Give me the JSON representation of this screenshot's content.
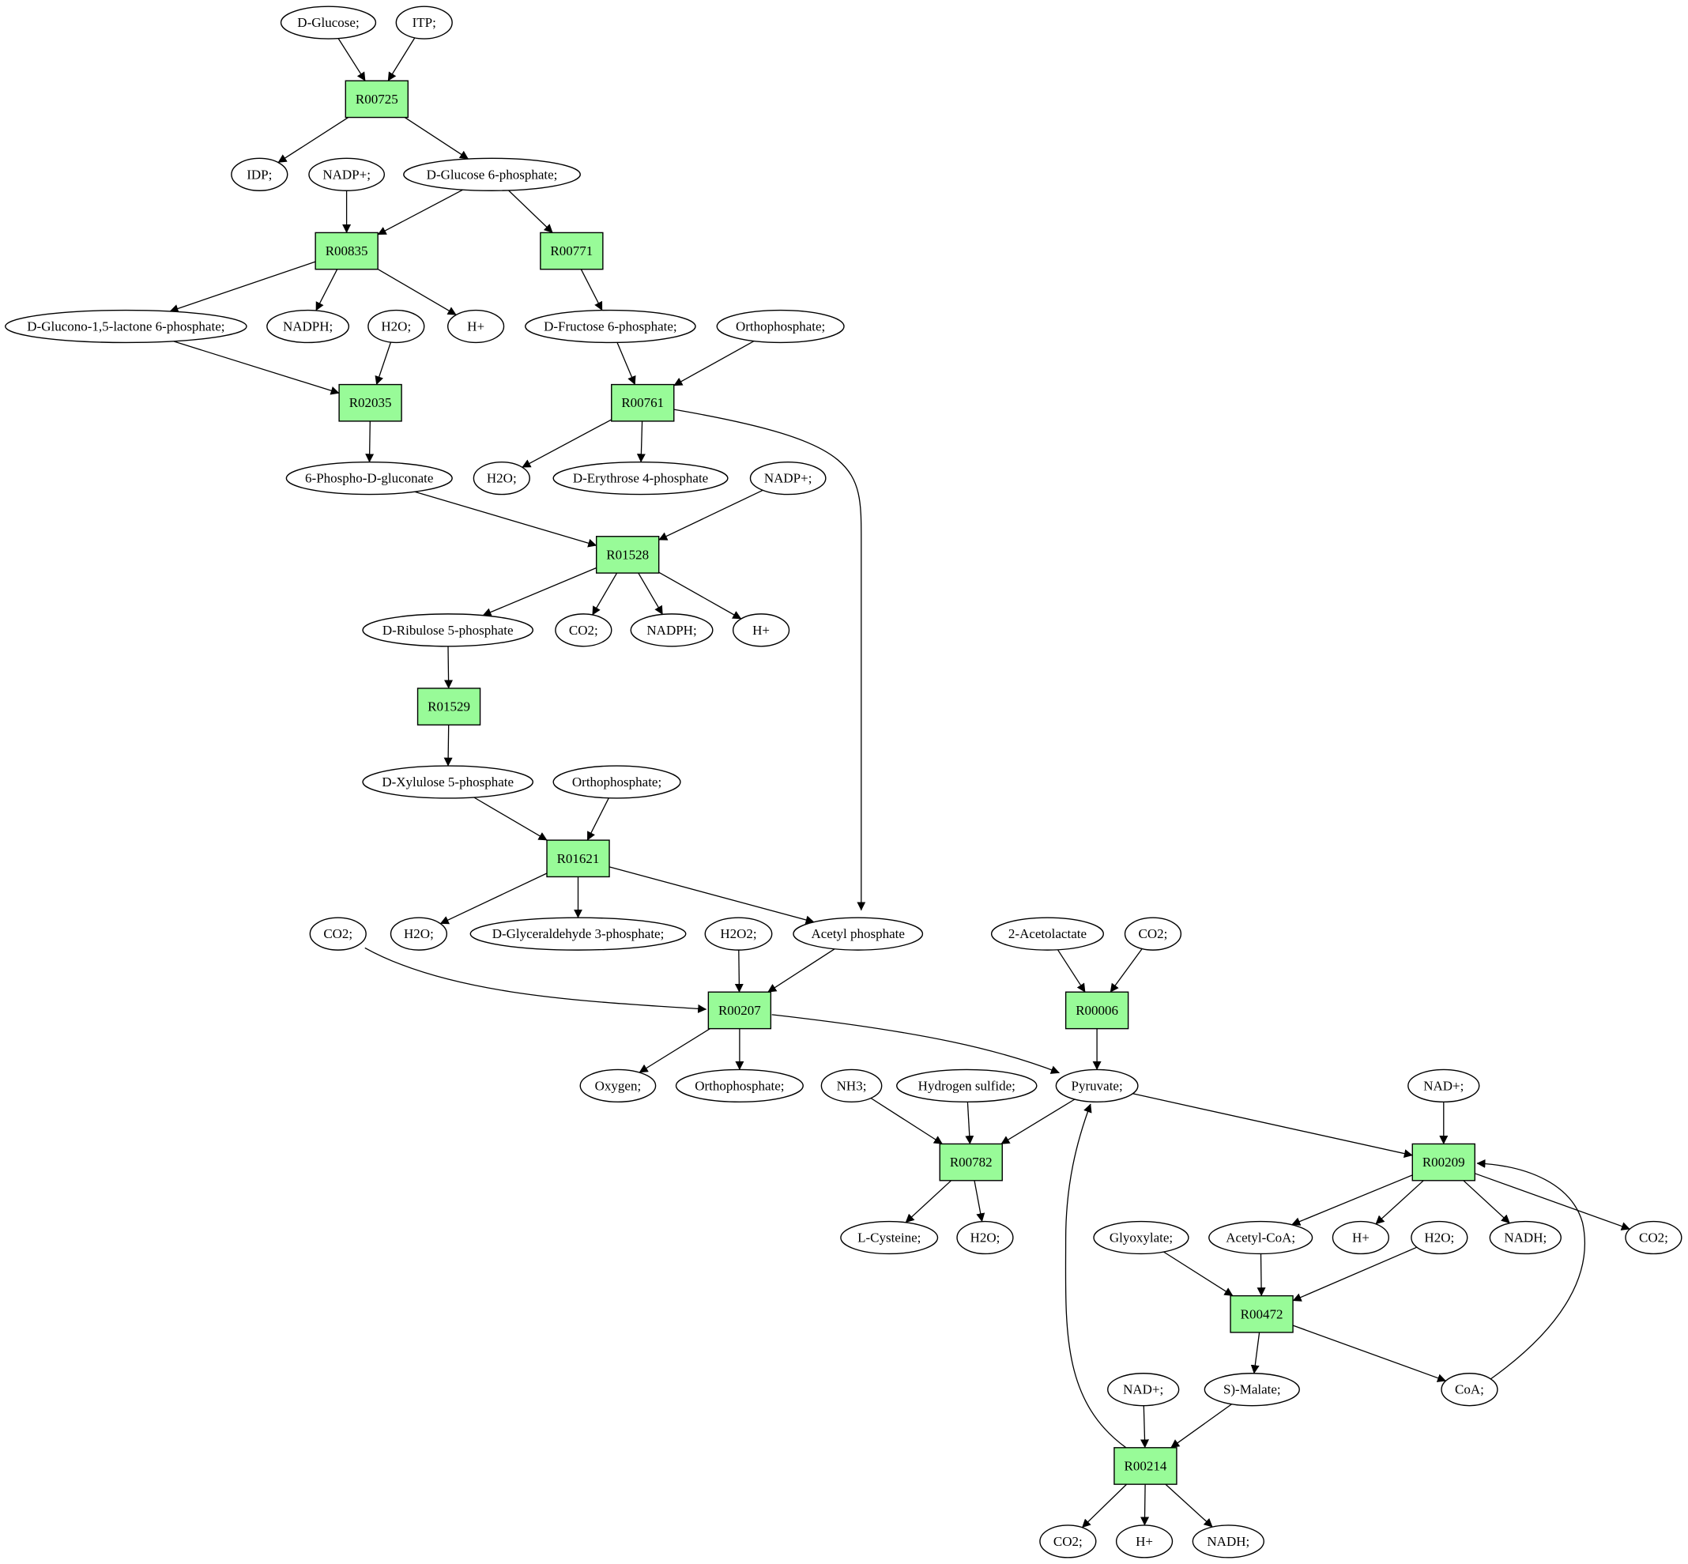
{
  "colors": {
    "reaction_fill": "#98fb98",
    "compound_fill": "#ffffff",
    "start_fill": "#00ee00",
    "target_fill": "#ffff00"
  },
  "nodes": [
    {
      "id": "glc",
      "label": "D-Glucose;",
      "kind": "compound",
      "role": "start"
    },
    {
      "id": "itp",
      "label": "ITP;",
      "kind": "compound"
    },
    {
      "id": "R00725",
      "label": "R00725",
      "kind": "reaction"
    },
    {
      "id": "idp",
      "label": "IDP;",
      "kind": "compound"
    },
    {
      "id": "nadp1",
      "label": "NADP+;",
      "kind": "compound"
    },
    {
      "id": "g6p",
      "label": "D-Glucose 6-phosphate;",
      "kind": "compound"
    },
    {
      "id": "R00835",
      "label": "R00835",
      "kind": "reaction"
    },
    {
      "id": "R00771",
      "label": "R00771",
      "kind": "reaction"
    },
    {
      "id": "glcl",
      "label": "D-Glucono-1,5-lactone 6-phosphate;",
      "kind": "compound"
    },
    {
      "id": "nadph1",
      "label": "NADPH;",
      "kind": "compound"
    },
    {
      "id": "h2o1",
      "label": "H2O;",
      "kind": "compound"
    },
    {
      "id": "h1",
      "label": "H+",
      "kind": "compound"
    },
    {
      "id": "f6p",
      "label": "D-Fructose 6-phosphate;",
      "kind": "compound"
    },
    {
      "id": "pi1",
      "label": "Orthophosphate;",
      "kind": "compound"
    },
    {
      "id": "R02035",
      "label": "R02035",
      "kind": "reaction"
    },
    {
      "id": "R00761",
      "label": "R00761",
      "kind": "reaction"
    },
    {
      "id": "pgn",
      "label": "6-Phospho-D-gluconate",
      "kind": "compound"
    },
    {
      "id": "h2o2n",
      "label": "H2O;",
      "kind": "compound"
    },
    {
      "id": "e4p",
      "label": "D-Erythrose 4-phosphate",
      "kind": "compound"
    },
    {
      "id": "nadp2",
      "label": "NADP+;",
      "kind": "compound"
    },
    {
      "id": "R01528",
      "label": "R01528",
      "kind": "reaction"
    },
    {
      "id": "ru5p",
      "label": "D-Ribulose 5-phosphate",
      "kind": "compound"
    },
    {
      "id": "co2a",
      "label": "CO2;",
      "kind": "compound"
    },
    {
      "id": "nadph2",
      "label": "NADPH;",
      "kind": "compound"
    },
    {
      "id": "h2",
      "label": "H+",
      "kind": "compound"
    },
    {
      "id": "R01529",
      "label": "R01529",
      "kind": "reaction"
    },
    {
      "id": "xu5p",
      "label": "D-Xylulose 5-phosphate",
      "kind": "compound"
    },
    {
      "id": "pi2",
      "label": "Orthophosphate;",
      "kind": "compound"
    },
    {
      "id": "R01621",
      "label": "R01621",
      "kind": "reaction"
    },
    {
      "id": "co2b",
      "label": "CO2;",
      "kind": "compound"
    },
    {
      "id": "h2o3",
      "label": "H2O;",
      "kind": "compound"
    },
    {
      "id": "gap",
      "label": "D-Glyceraldehyde 3-phosphate;",
      "kind": "compound"
    },
    {
      "id": "h2o2",
      "label": "H2O2;",
      "kind": "compound"
    },
    {
      "id": "acp",
      "label": "Acetyl phosphate",
      "kind": "compound"
    },
    {
      "id": "acl",
      "label": "2-Acetolactate",
      "kind": "compound"
    },
    {
      "id": "co2c",
      "label": "CO2;",
      "kind": "compound"
    },
    {
      "id": "R00207",
      "label": "R00207",
      "kind": "reaction"
    },
    {
      "id": "R00006",
      "label": "R00006",
      "kind": "reaction"
    },
    {
      "id": "oxy",
      "label": "Oxygen;",
      "kind": "compound"
    },
    {
      "id": "pi3",
      "label": "Orthophosphate;",
      "kind": "compound"
    },
    {
      "id": "nh3",
      "label": "NH3;",
      "kind": "compound"
    },
    {
      "id": "h2s",
      "label": "Hydrogen sulfide;",
      "kind": "compound"
    },
    {
      "id": "pyr",
      "label": "Pyruvate;",
      "kind": "compound"
    },
    {
      "id": "nad1",
      "label": "NAD+;",
      "kind": "compound"
    },
    {
      "id": "R00782",
      "label": "R00782",
      "kind": "reaction"
    },
    {
      "id": "R00209",
      "label": "R00209",
      "kind": "reaction"
    },
    {
      "id": "cys",
      "label": "L-Cysteine;",
      "kind": "compound",
      "role": "target"
    },
    {
      "id": "h2o4",
      "label": "H2O;",
      "kind": "compound"
    },
    {
      "id": "glx",
      "label": "Glyoxylate;",
      "kind": "compound"
    },
    {
      "id": "acoa",
      "label": "Acetyl-CoA;",
      "kind": "compound"
    },
    {
      "id": "h3",
      "label": "H+",
      "kind": "compound"
    },
    {
      "id": "h2o5",
      "label": "H2O;",
      "kind": "compound"
    },
    {
      "id": "nadh1",
      "label": "NADH;",
      "kind": "compound"
    },
    {
      "id": "co2d",
      "label": "CO2;",
      "kind": "compound"
    },
    {
      "id": "R00472",
      "label": "R00472",
      "kind": "reaction"
    },
    {
      "id": "nad2",
      "label": "NAD+;",
      "kind": "compound"
    },
    {
      "id": "mal",
      "label": "S)-Malate;",
      "kind": "compound"
    },
    {
      "id": "coa",
      "label": "CoA;",
      "kind": "compound"
    },
    {
      "id": "R00214",
      "label": "R00214",
      "kind": "reaction"
    },
    {
      "id": "co2e",
      "label": "CO2;",
      "kind": "compound"
    },
    {
      "id": "h4",
      "label": "H+",
      "kind": "compound"
    },
    {
      "id": "nadh2",
      "label": "NADH;",
      "kind": "compound"
    }
  ],
  "edges": [
    [
      "glc",
      "R00725"
    ],
    [
      "itp",
      "R00725"
    ],
    [
      "R00725",
      "idp"
    ],
    [
      "R00725",
      "g6p"
    ],
    [
      "nadp1",
      "R00835"
    ],
    [
      "g6p",
      "R00835"
    ],
    [
      "g6p",
      "R00771"
    ],
    [
      "R00835",
      "glcl"
    ],
    [
      "R00835",
      "nadph1"
    ],
    [
      "R00835",
      "h1"
    ],
    [
      "R00771",
      "f6p"
    ],
    [
      "glcl",
      "R02035"
    ],
    [
      "h2o1",
      "R02035"
    ],
    [
      "f6p",
      "R00761"
    ],
    [
      "pi1",
      "R00761"
    ],
    [
      "R02035",
      "pgn"
    ],
    [
      "R00761",
      "h2o2n"
    ],
    [
      "R00761",
      "e4p"
    ],
    [
      "R00761",
      "acp"
    ],
    [
      "pgn",
      "R01528"
    ],
    [
      "nadp2",
      "R01528"
    ],
    [
      "R01528",
      "ru5p"
    ],
    [
      "R01528",
      "co2a"
    ],
    [
      "R01528",
      "nadph2"
    ],
    [
      "R01528",
      "h2"
    ],
    [
      "ru5p",
      "R01529"
    ],
    [
      "R01529",
      "xu5p"
    ],
    [
      "xu5p",
      "R01621"
    ],
    [
      "pi2",
      "R01621"
    ],
    [
      "R01621",
      "h2o3"
    ],
    [
      "R01621",
      "gap"
    ],
    [
      "R01621",
      "acp"
    ],
    [
      "co2b",
      "R00207"
    ],
    [
      "h2o2",
      "R00207"
    ],
    [
      "acp",
      "R00207"
    ],
    [
      "R00207",
      "oxy"
    ],
    [
      "R00207",
      "pi3"
    ],
    [
      "R00207",
      "pyr"
    ],
    [
      "acl",
      "R00006"
    ],
    [
      "co2c",
      "R00006"
    ],
    [
      "R00006",
      "pyr"
    ],
    [
      "nh3",
      "R00782"
    ],
    [
      "h2s",
      "R00782"
    ],
    [
      "pyr",
      "R00782"
    ],
    [
      "R00782",
      "cys"
    ],
    [
      "R00782",
      "h2o4"
    ],
    [
      "pyr",
      "R00209"
    ],
    [
      "nad1",
      "R00209"
    ],
    [
      "coa",
      "R00209"
    ],
    [
      "R00209",
      "acoa"
    ],
    [
      "R00209",
      "h3"
    ],
    [
      "R00209",
      "nadh1"
    ],
    [
      "R00209",
      "co2d"
    ],
    [
      "glx",
      "R00472"
    ],
    [
      "acoa",
      "R00472"
    ],
    [
      "h2o5",
      "R00472"
    ],
    [
      "R00472",
      "mal"
    ],
    [
      "R00472",
      "coa"
    ],
    [
      "nad2",
      "R00214"
    ],
    [
      "mal",
      "R00214"
    ],
    [
      "R00214",
      "pyr"
    ],
    [
      "R00214",
      "co2e"
    ],
    [
      "R00214",
      "h4"
    ],
    [
      "R00214",
      "nadh2"
    ]
  ]
}
